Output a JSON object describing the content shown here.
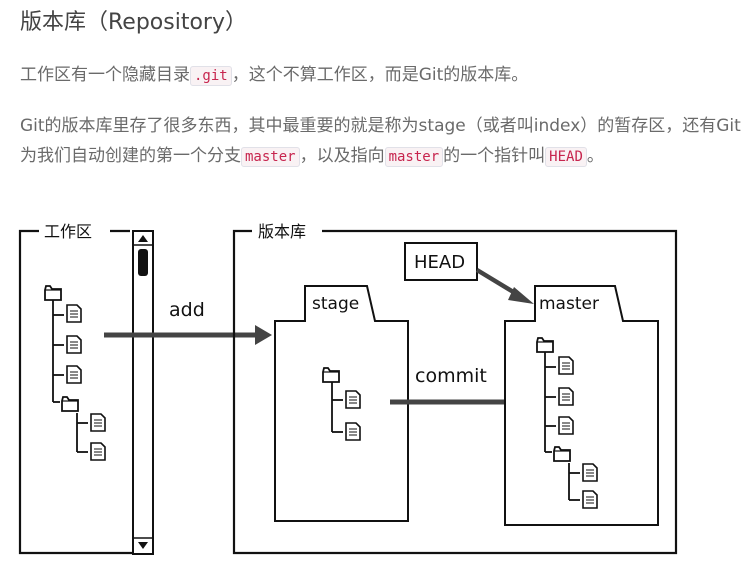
{
  "heading": "版本库（Repository）",
  "p1": {
    "before": "工作区有一个隐藏目录",
    "code": ".git",
    "after": "，这个不算工作区，而是Git的版本库。"
  },
  "p2": {
    "part1": "Git的版本库里存了很多东西，其中最重要的就是称为stage（或者叫index）的暂存区，还有Git为我们自动创建的第一个分支",
    "code1": "master",
    "part2": "，以及指向",
    "code2": "master",
    "part3": "的一个指针叫",
    "code3": "HEAD",
    "part4": "。"
  },
  "diagram": {
    "workspace_label": "工作区",
    "repo_label": "版本库",
    "stage_label": "stage",
    "master_label": "master",
    "head_label": "HEAD",
    "add_label": "add",
    "commit_label": "commit"
  }
}
